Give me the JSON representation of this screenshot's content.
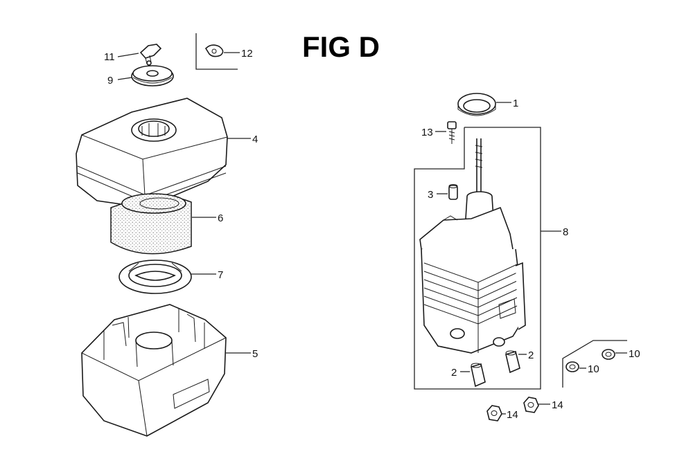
{
  "figure": {
    "title": "FIG D"
  },
  "callouts": [
    {
      "id": "c1",
      "text": "1"
    },
    {
      "id": "c2a",
      "text": "2"
    },
    {
      "id": "c2b",
      "text": "2"
    },
    {
      "id": "c3",
      "text": "3"
    },
    {
      "id": "c4",
      "text": "4"
    },
    {
      "id": "c5",
      "text": "5"
    },
    {
      "id": "c6",
      "text": "6"
    },
    {
      "id": "c7",
      "text": "7"
    },
    {
      "id": "c8",
      "text": "8"
    },
    {
      "id": "c9",
      "text": "9"
    },
    {
      "id": "c10a",
      "text": "10"
    },
    {
      "id": "c10b",
      "text": "10"
    },
    {
      "id": "c11",
      "text": "11"
    },
    {
      "id": "c12",
      "text": "12"
    },
    {
      "id": "c13",
      "text": "13"
    },
    {
      "id": "c14a",
      "text": "14"
    },
    {
      "id": "c14b",
      "text": "14"
    }
  ]
}
